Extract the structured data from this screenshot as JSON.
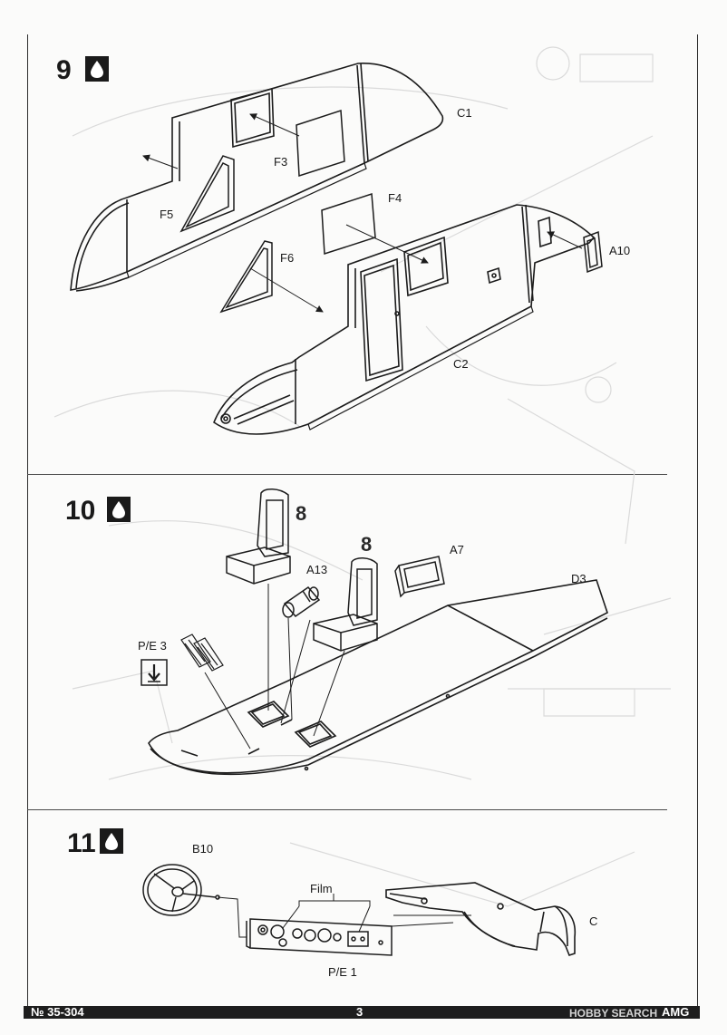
{
  "steps": [
    {
      "number": "9",
      "glue_icon": "glue-drop-icon",
      "parts": {
        "c1": "C1",
        "f3": "F3",
        "f4": "F4",
        "f5": "F5",
        "f6": "F6",
        "c2": "C2",
        "a10": "A10"
      }
    },
    {
      "number": "10",
      "glue_icon": "glue-drop-icon",
      "parts": {
        "seat_ref_1": "8",
        "seat_ref_2": "8",
        "a13": "A13",
        "a7": "A7",
        "d3": "D3",
        "pe3": "P/E 3"
      },
      "fold_icon": "fold-down-arrow-icon"
    },
    {
      "number": "11",
      "glue_icon": "glue-drop-icon",
      "parts": {
        "b10": "B10",
        "film": "Film",
        "c": "C",
        "pe1": "P/E 1"
      }
    }
  ],
  "footer": {
    "kit_number": "№ 35-304",
    "page_number": "3",
    "brand": "AMG"
  },
  "watermark": "HOBBY SEARCH",
  "colors": {
    "ink": "#1c1c1c",
    "paper": "#fbfbfa",
    "ghost": "#d9d9d9",
    "footer": "#1e1e1e"
  }
}
